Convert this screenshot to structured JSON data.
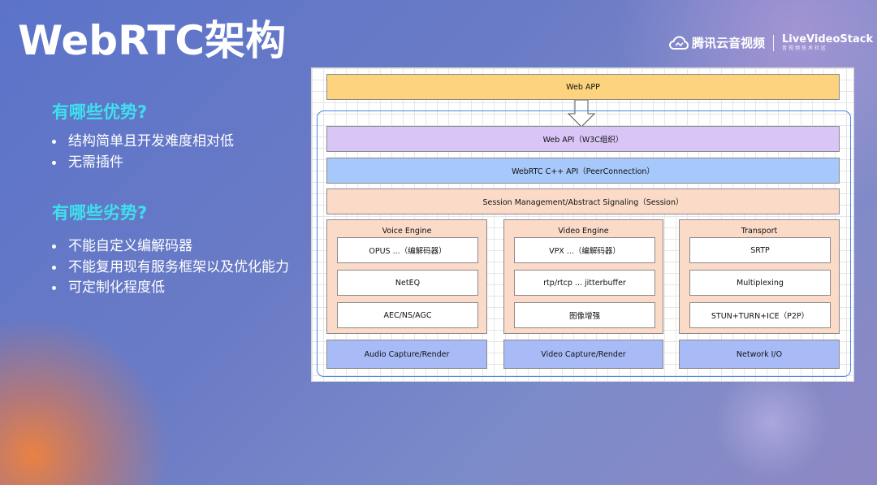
{
  "slide_title": "WebRTC架构",
  "brand": {
    "tencent": "腾讯云音视频",
    "lvs_main": "LiveVideoStack",
    "lvs_sub": "音视频技术社区"
  },
  "advantages": {
    "heading": "有哪些优势?",
    "items": [
      "结构简单且开发难度相对低",
      "无需插件"
    ]
  },
  "disadvantages": {
    "heading": "有哪些劣势?",
    "items": [
      "不能自定义编解码器",
      "不能复用现有服务框架以及优化能力",
      "可定制化程度低"
    ]
  },
  "diagram": {
    "web_app": "Web APP",
    "web_api": "Web API（W3C组织）",
    "cpp_api": "WebRTC C++ API（PeerConnection）",
    "session": "Session Management/Abstract Signaling（Session）",
    "voice_engine": {
      "title": "Voice Engine",
      "items": [
        "OPUS ...（编解码器）",
        "NetEQ",
        "AEC/NS/AGC"
      ]
    },
    "video_engine": {
      "title": "Video Engine",
      "items": [
        "VPX ...（编解码器）",
        "rtp/rtcp ... jitterbuffer",
        "图像增强"
      ]
    },
    "transport": {
      "title": "Transport",
      "items": [
        "SRTP",
        "Multiplexing",
        "STUN+TURN+ICE（P2P）"
      ]
    },
    "audio_capture": "Audio Capture/Render",
    "video_capture": "Video Capture/Render",
    "network_io": "Network I/O"
  },
  "colors": {
    "heading": "#3ee0ec",
    "web_app": "#fdd47d",
    "web_api": "#d9c6f7",
    "cpp_api": "#a7c8fa",
    "session": "#fbdac8",
    "capture": "#a8bbf7",
    "container_border": "#4a86e8"
  },
  "icons": [
    "cloud-icon"
  ]
}
